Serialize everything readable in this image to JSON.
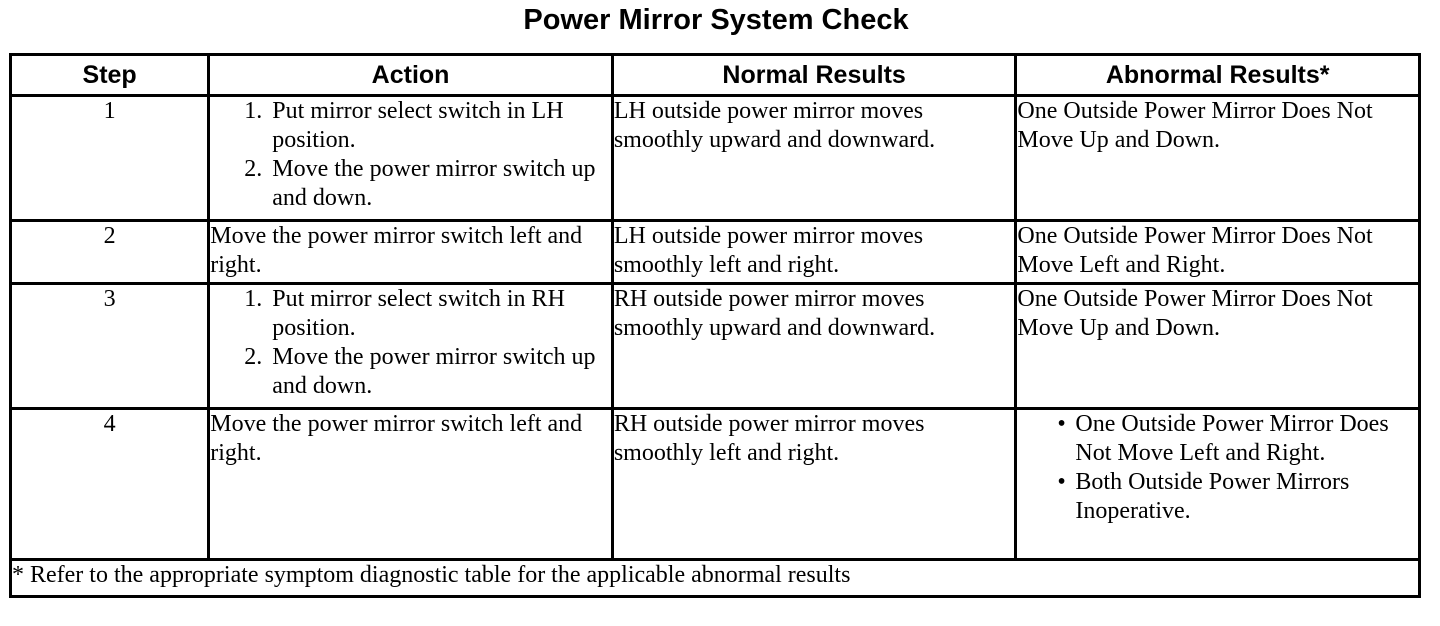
{
  "title": "Power Mirror System Check",
  "headers": {
    "step": "Step",
    "action": "Action",
    "normal": "Normal Results",
    "abnormal": "Abnormal Results*"
  },
  "rows": [
    {
      "step": "1",
      "action_items": [
        "Put mirror select switch in LH position.",
        "Move the power mirror switch up and down."
      ],
      "normal": "LH outside power mirror moves smoothly upward and downward.",
      "abnormal": "One Outside Power Mirror Does Not Move Up and Down."
    },
    {
      "step": "2",
      "action": "Move the power mirror switch left and right.",
      "normal": "LH outside power mirror moves smoothly left and right.",
      "abnormal": "One Outside Power Mirror Does Not Move Left and Right."
    },
    {
      "step": "3",
      "action_items": [
        "Put mirror select switch in RH position.",
        "Move the power mirror switch up and down."
      ],
      "normal": "RH outside power mirror moves smoothly upward and downward.",
      "abnormal": "One Outside Power Mirror Does Not Move Up and Down."
    },
    {
      "step": "4",
      "action": "Move the power mirror switch left and right.",
      "normal": "RH outside power mirror moves smoothly left and right.",
      "abnormal_items": [
        "One Outside Power Mirror Does Not Move Left and Right.",
        "Both Outside Power Mirrors Inoperative."
      ]
    }
  ],
  "footnote": "* Refer to the appropriate symptom diagnostic table for the applicable abnormal results"
}
